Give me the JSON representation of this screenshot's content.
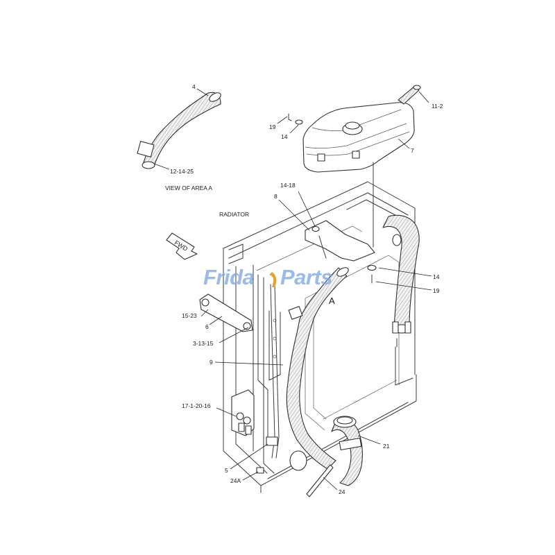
{
  "diagram": {
    "callouts": {
      "c4": "4",
      "c11_2": "11-2",
      "c19_top": "19",
      "c14_top": "14",
      "c7": "7",
      "c12_14_25": "12-14-25",
      "view_label": "VIEW OF AREA A",
      "c14_18": "14-18",
      "c8": "8",
      "radiator": "RADIATOR",
      "fwd": "FWD",
      "c14_right": "14",
      "c19_right": "19",
      "area_a": "A",
      "c15_23": "15-23",
      "c6": "6",
      "c3_13_15": "3-13-15",
      "c9": "9",
      "c17_1_20_16": "17-1-20-16",
      "c21": "21",
      "c5": "5",
      "c24a": "24A",
      "c24": "24"
    },
    "watermark": {
      "text_part1": "Frida",
      "text_part2": "Parts",
      "logo_color": "#7da6e0",
      "accent_color": "#e8a22c"
    }
  }
}
